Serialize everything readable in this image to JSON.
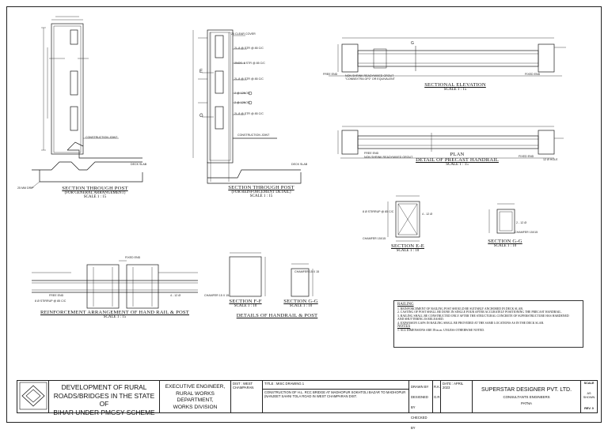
{
  "drawing": {
    "post_general": {
      "title": "SECTION THROUGH POST",
      "subtitle": "(FOR GENERAL ARRANGEMENT)",
      "scale": "SCALE 1 : 15",
      "labels": {
        "joint": "CONSTRUCTION JOINT",
        "deck": "DECK SLAB",
        "drip": "25 MM DRIP"
      }
    },
    "post_reinf": {
      "title": "SECTION THROUGH POST",
      "subtitle": "(FOR REINFORCEMENT DETAIL)",
      "scale": "SCALE 1 : 15",
      "labels": {
        "cover": "25 CLEAR COVER",
        "l1": "2L-8 @ STR @ 85 C/C",
        "l2": "2NOS. 8 STR @ 85 C/C",
        "l3": "2L-8 @ STR @ 85 C/C",
        "l4": "2 @ 12NOS",
        "l5": "2 @ 12NOS",
        "l6": "2L-8 @ STR @ 85 C/C",
        "joint": "CONSTRUCTION JOINT",
        "deck": "DECK SLAB",
        "e": "E",
        "g": "G"
      }
    },
    "elevation": {
      "title": "SECTIONAL ELEVATION",
      "scale": "SCALE 1 : 15",
      "labels": {
        "g": "G",
        "note": "NON SHRINK READYMIXED GROUT",
        "note2": "\"CONBEXTRA GP2\" OR EQUIVALENT",
        "fixed": "FIXED END",
        "free": "FREE END"
      }
    },
    "plan": {
      "title": "PLAN",
      "subtitle": "DETAIL OF PRECAST HANDRAIL",
      "scale": "SCALE 1 : 15",
      "labels": {
        "free": "FREE END",
        "fixed": "FIXED END",
        "note": "NON SHRINK READYMIXED GROUT",
        "hole": "12 Ø HOLE"
      }
    },
    "sec_e": {
      "title": "SECTION E-E",
      "scale": "SCALE 1 : 10",
      "labels": {
        "stirrup": "8 Ø STIRRUP @ 85 C/C",
        "chamfer": "CHAMFER 15X15",
        "bar": "4 - 12 Ø"
      }
    },
    "sec_g": {
      "title": "SECTION G-G",
      "scale": "SCALE 1 : 10",
      "labels": {
        "chamfer": "CHAMFER 15X15",
        "bar": "2 - 12 Ø"
      }
    },
    "rail_reinf": {
      "title": "REINFORCEMENT ARRANGEMENT OF HAND RAIL & POST",
      "scale": "SCALE 1 : 15",
      "labels": {
        "free": "FREE END",
        "fixed": "FIXED END",
        "stirrup": "8 Ø STIRRUP @ 85 C/C",
        "bar": "4 - 12 Ø"
      }
    },
    "sec_f": {
      "title": "SECTION F-F",
      "scale": "SCALE 1 : 10",
      "chamfer": "CHAMFER 15 X 15"
    },
    "sec_g2": {
      "title": "SECTION G-G",
      "scale": "SCALE 1 : 10",
      "chamfer": "CHAMFER 15 X 15"
    },
    "handrail_post_title": "DETAILS OF HANDRAIL & POST"
  },
  "notes": {
    "railing_heading": "RAILING",
    "railing_items": [
      "1. REINFORCEMENT OF RAILING POST SHOULD BE SUITABLY ANCHORED IN DECK SLAB.",
      "2. CASTING OF POST SHALL BE DONE IN SINGLE POUR AFTER ACCURATELY POSITIONING THE PRECAST HANDRAIL.",
      "3. RAILING SHALL BE CONSTRUCTED ONLY AFTER THE STRUCTURAL CONCRETE OF SUPERSTRUCTURE HAS HARDENED",
      "   AND SHUTTERING IS RELEASED.",
      "4. EXPANSION GAPS IN RAILING SHALL BE PROVIDED AT THE SAME LOCATIONS AS IN THE DECK SLAB."
    ],
    "notes_heading": "NOTES",
    "notes_items": [
      "1. ALL DIMENSIONS ARE IN m.m. UNLESS OTHERWISE NOTED."
    ]
  },
  "title_block": {
    "org": [
      "DEVELOPMENT OF RURAL",
      "ROADS/BRIDGES IN THE STATE OF",
      "BIHAR UNDER PMGSY SCHEME"
    ],
    "engineer": [
      "EXECUTIVE ENGINEER,",
      "RURAL WORKS DEPARTMENT,",
      "WORKS DIVISION"
    ],
    "dist_label": "DIST :",
    "dist_value": "WEST CHAMPARAN",
    "title_label": "TITLE :",
    "title_value": "MISC DRAWING 1",
    "project": "CONSTRUCTION OF H.L. RCC BRIDGE AT MADHOPUR SOKHTOLI BAZAR TO MADHOPUR (NANJEET SAHNI TOLA ROAD IN WEST CHAMPARAN DIST.",
    "drawn_by": "DRAWN BY",
    "drawn_val": "R.K.",
    "designed_by": "DESIGNED BY",
    "designed_val": "G.R.",
    "checked_by": "CHECKED BY",
    "date_label": "DATE : APRIL 2023",
    "company": "SUPERSTAR DESIGNER PVT. LTD.",
    "company_sub": "CONSULTANTS ENGINEERS",
    "city": "PATNA",
    "scale_label": "SCALE",
    "scale_value": "AS SHOWN",
    "rev_label": "REV.",
    "rev_value": "0"
  }
}
